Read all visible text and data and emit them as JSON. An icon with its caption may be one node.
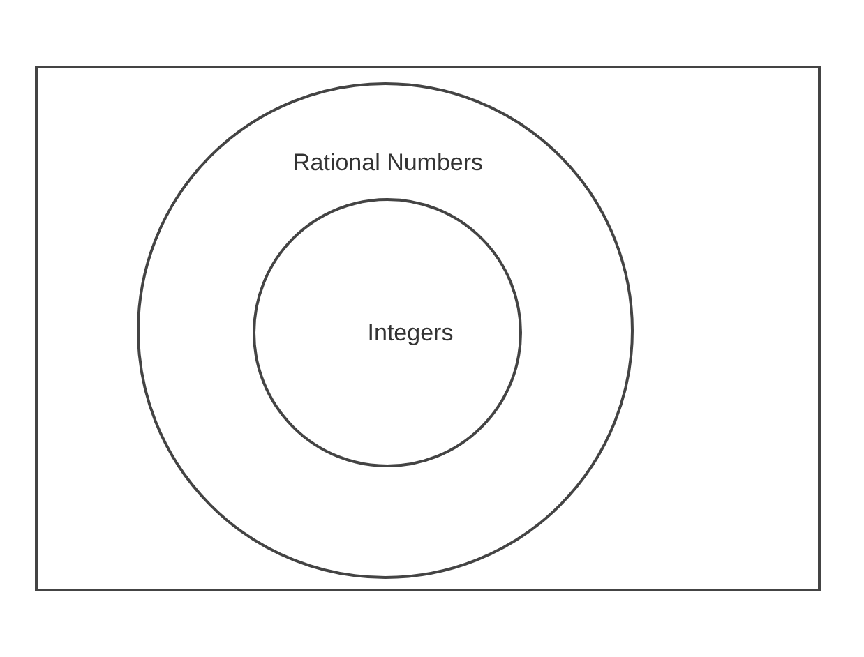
{
  "diagram": {
    "nodes": [
      {
        "text": [],
        "shape": "box"
      },
      {
        "text": [
          "Rational Numbers"
        ],
        "in": 0
      },
      {
        "text": [
          "Integers"
        ],
        "in": 1
      }
    ]
  }
}
